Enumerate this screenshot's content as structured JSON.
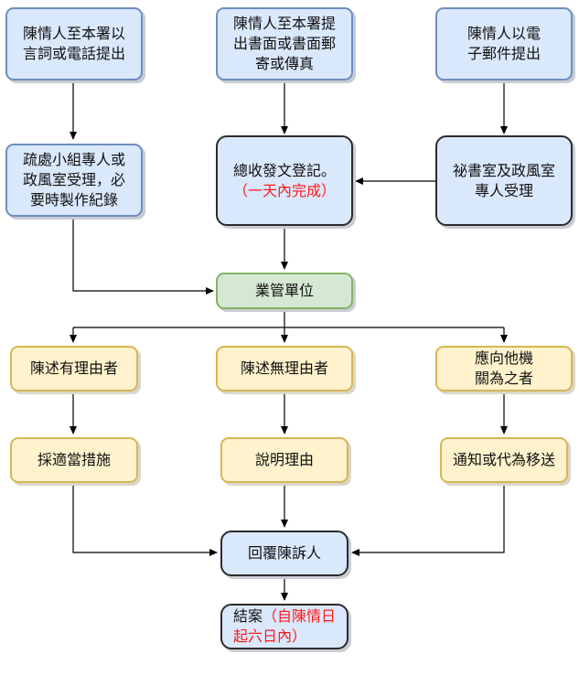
{
  "nodes": {
    "verbal": "陳情人至本署以\n言詞或電話提出",
    "written": "陳情人至本署提\n出書面或書面郵\n寄或傳真",
    "email": "陳情人以電\n子郵件提出",
    "record": "疏處小組專人或\n政風室受理，必\n要時製作紀錄",
    "registry_line1": "總收發文登記。",
    "registry_note": "（一天內完成）",
    "secretary": "祕書室及政風室\n專人受理",
    "unit": "業管單位",
    "reasonable": "陳述有理由者",
    "unreasonable": "陳述無理由者",
    "transfer": "應向他機\n關為之者",
    "measures": "採適當措施",
    "explain": "說明理由",
    "notify": "通知或代為移送",
    "reply": "回覆陳訴人",
    "close_prefix": "結案",
    "close_note": "（自陳情日\n起六日內）"
  },
  "colors": {
    "blue_fill": "#dae8fc",
    "blue_border": "#6c8ebf",
    "green_fill": "#d5e8d4",
    "green_border": "#82b366",
    "yellow_fill": "#fff2cc",
    "yellow_border": "#d6b656",
    "note_red": "#ff1a1a"
  }
}
